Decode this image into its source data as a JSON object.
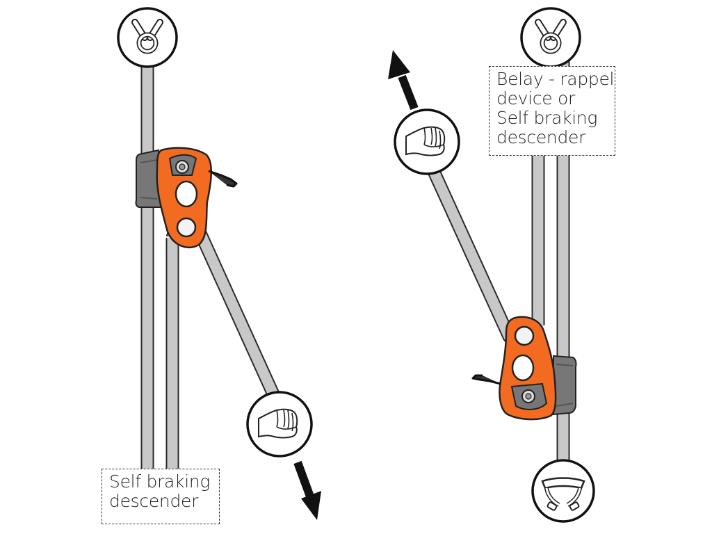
{
  "labels": {
    "left_device": [
      "Self braking",
      "descender"
    ],
    "right_device": [
      "Belay - rappel",
      "device or",
      "Self braking",
      "descender"
    ]
  },
  "colors": {
    "rope": "#c8c8c8",
    "rope_outline": "#2a2a2a",
    "device_orange": "#f26b21",
    "device_dark_orange": "#c94d10",
    "device_grey": "#777777",
    "arrow": "#111111"
  },
  "icons": [
    "anchor-ring-icon",
    "hand-grip-icon",
    "arrow-up-icon",
    "arrow-down-icon",
    "harness-icon"
  ]
}
